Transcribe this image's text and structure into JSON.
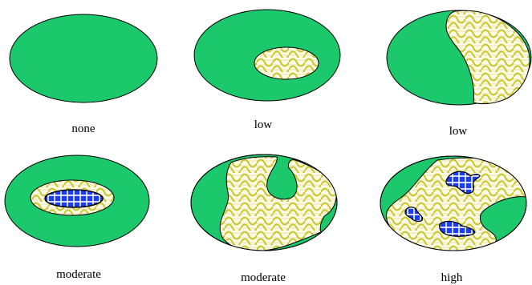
{
  "panels": [
    {
      "label": "none"
    },
    {
      "label": "low"
    },
    {
      "label": "low"
    },
    {
      "label": "moderate"
    },
    {
      "label": "moderate"
    },
    {
      "label": "high"
    }
  ],
  "colors": {
    "outline": "#000000",
    "green": "#1cc86c",
    "cream": "#fffbe6",
    "wave": "#c8c82a",
    "stripe": "#e6e0b4",
    "blue": "#1a3cff",
    "grid": "#ffffff"
  }
}
